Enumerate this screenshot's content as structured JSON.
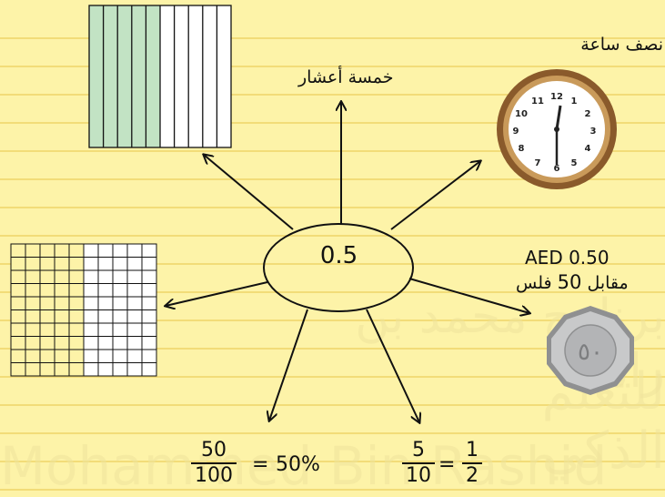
{
  "center": {
    "value": "0.5"
  },
  "labels": {
    "five_tenths_words": "خمسة أعشار",
    "half_hour": "نصف ساعة",
    "currency_amount": "AED 0.50",
    "fils_equiv_prefix": "مقابل",
    "fils_equiv_number": "50",
    "fils_equiv_suffix": "فلس"
  },
  "equation_percent": {
    "numerator": "50",
    "denominator": "100",
    "equals": "=",
    "result": "50%"
  },
  "equation_fraction": {
    "numerator1": "5",
    "denominator1": "10",
    "equals": "=",
    "numerator2": "1",
    "denominator2": "2"
  },
  "clock": {
    "numbers": [
      "12",
      "1",
      "2",
      "3",
      "4",
      "5",
      "6",
      "7",
      "8",
      "9",
      "10",
      "11"
    ]
  },
  "watermark": {
    "arabic_line1": "برنامج محمد بن راشد",
    "arabic_line2": "للتعلم الذكي",
    "english": "Mohammed Bin Rashid"
  },
  "colors": {
    "background": "#fdf3a8",
    "shaded": "#c2e3c4",
    "ruled_line": "#f2dc78"
  }
}
